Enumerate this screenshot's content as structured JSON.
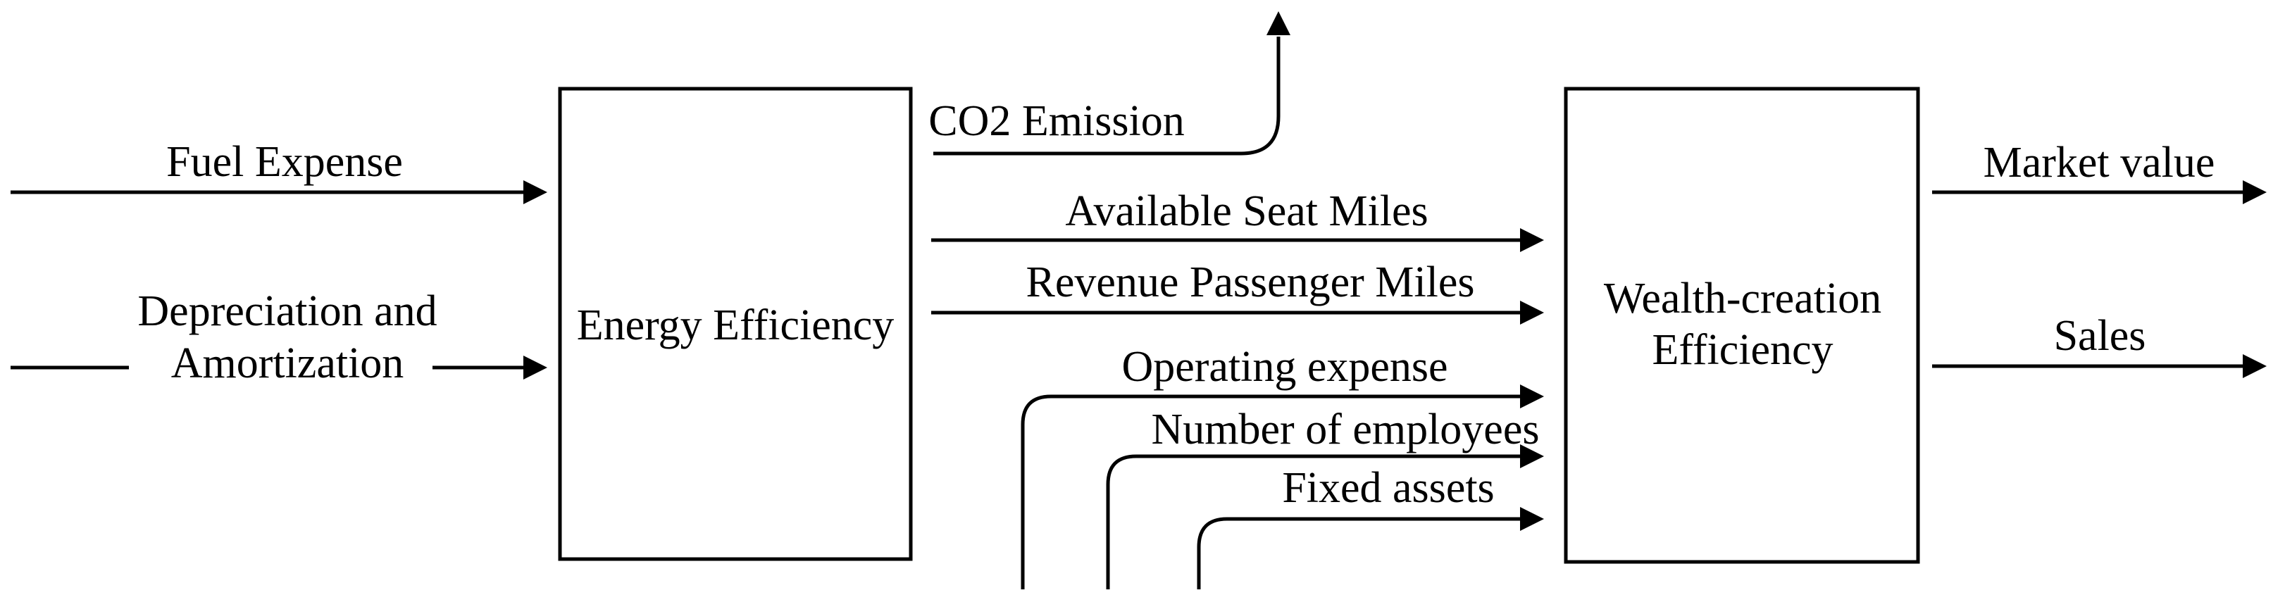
{
  "figure": {
    "background": "#ffffff",
    "ink_color": "#000000",
    "stage1_inputs": [
      {
        "label": "Fuel Expense"
      },
      {
        "lines": [
          "Depreciation and",
          "Amortization"
        ]
      }
    ],
    "stage1_box": {
      "label": "Energy Efficiency"
    },
    "undesirable_output": {
      "label": "CO2 Emission"
    },
    "intermediates": [
      {
        "label": "Available Seat Miles"
      },
      {
        "label": "Revenue Passenger Miles"
      }
    ],
    "stage2_inputs": [
      {
        "label": "Operating expense"
      },
      {
        "label": "Number of employees"
      },
      {
        "label": "Fixed assets"
      }
    ],
    "stage2_box": {
      "lines": [
        "Wealth-creation",
        "Efficiency"
      ]
    },
    "stage2_outputs": [
      {
        "label": "Market value"
      },
      {
        "label": "Sales"
      }
    ]
  }
}
